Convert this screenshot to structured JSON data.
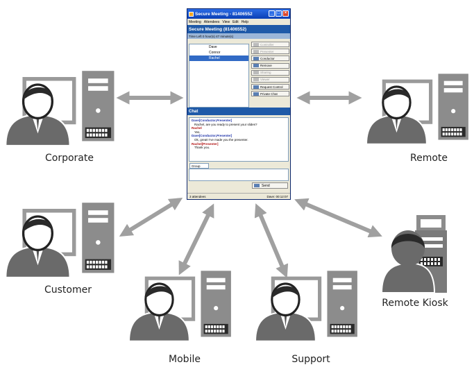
{
  "diagram": {
    "nodes": [
      {
        "id": "corporate",
        "label": "Corporate"
      },
      {
        "id": "remote",
        "label": "Remote"
      },
      {
        "id": "customer",
        "label": "Customer"
      },
      {
        "id": "mobile",
        "label": "Mobile"
      },
      {
        "id": "support",
        "label": "Support"
      },
      {
        "id": "remote_kiosk",
        "label": "Remote Kiosk"
      }
    ],
    "edges": [
      {
        "from": "secure_meeting_window",
        "to": "corporate",
        "direction": "both"
      },
      {
        "from": "secure_meeting_window",
        "to": "remote",
        "direction": "both"
      },
      {
        "from": "secure_meeting_window",
        "to": "customer",
        "direction": "both"
      },
      {
        "from": "secure_meeting_window",
        "to": "mobile",
        "direction": "both"
      },
      {
        "from": "secure_meeting_window",
        "to": "support",
        "direction": "both"
      },
      {
        "from": "secure_meeting_window",
        "to": "remote_kiosk",
        "direction": "both"
      }
    ]
  },
  "window": {
    "title": "Secure Meeting - 81406552",
    "menu": [
      "Meeting",
      "Attendees",
      "View",
      "Edit",
      "Help"
    ],
    "header": "Secure Meeting (81406552)",
    "subheader": "Time Left 0 hour(s) 47 minute(s)",
    "participants": [
      {
        "name": "Dave",
        "selected": false
      },
      {
        "name": "Connor",
        "selected": false
      },
      {
        "name": "Rachel",
        "selected": true
      }
    ],
    "buttons": [
      {
        "label": "Controller",
        "enabled": false
      },
      {
        "label": "Presenter",
        "enabled": false
      },
      {
        "label": "Conductor",
        "enabled": true
      },
      {
        "label": "Remove",
        "enabled": true
      },
      {
        "label": "Sharing",
        "enabled": false
      },
      {
        "label": "Viewer",
        "enabled": false
      },
      {
        "label": "Request Control",
        "enabled": true
      },
      {
        "label": "Private Chat",
        "enabled": true
      }
    ],
    "chat_header": "Chat",
    "messages": [
      {
        "sender": "Dave[Conductor,Presenter]",
        "text": "Rachel, are you ready to present your slides?",
        "color": "#1a2fa8"
      },
      {
        "sender": "Rachel",
        "text": "Yes.",
        "color": "#b01010"
      },
      {
        "sender": "Dave[Conductor,Presenter]",
        "text": "Ok, great! I've made you the presenter.",
        "color": "#1a2fa8"
      },
      {
        "sender": "Rachel[Presenter]",
        "text": "Thank you.",
        "color": "#b01010"
      }
    ],
    "chat_tab": "Group",
    "send_label": "Send",
    "status_left": "3 attendees",
    "status_right": "Dave: 00:12:07"
  }
}
